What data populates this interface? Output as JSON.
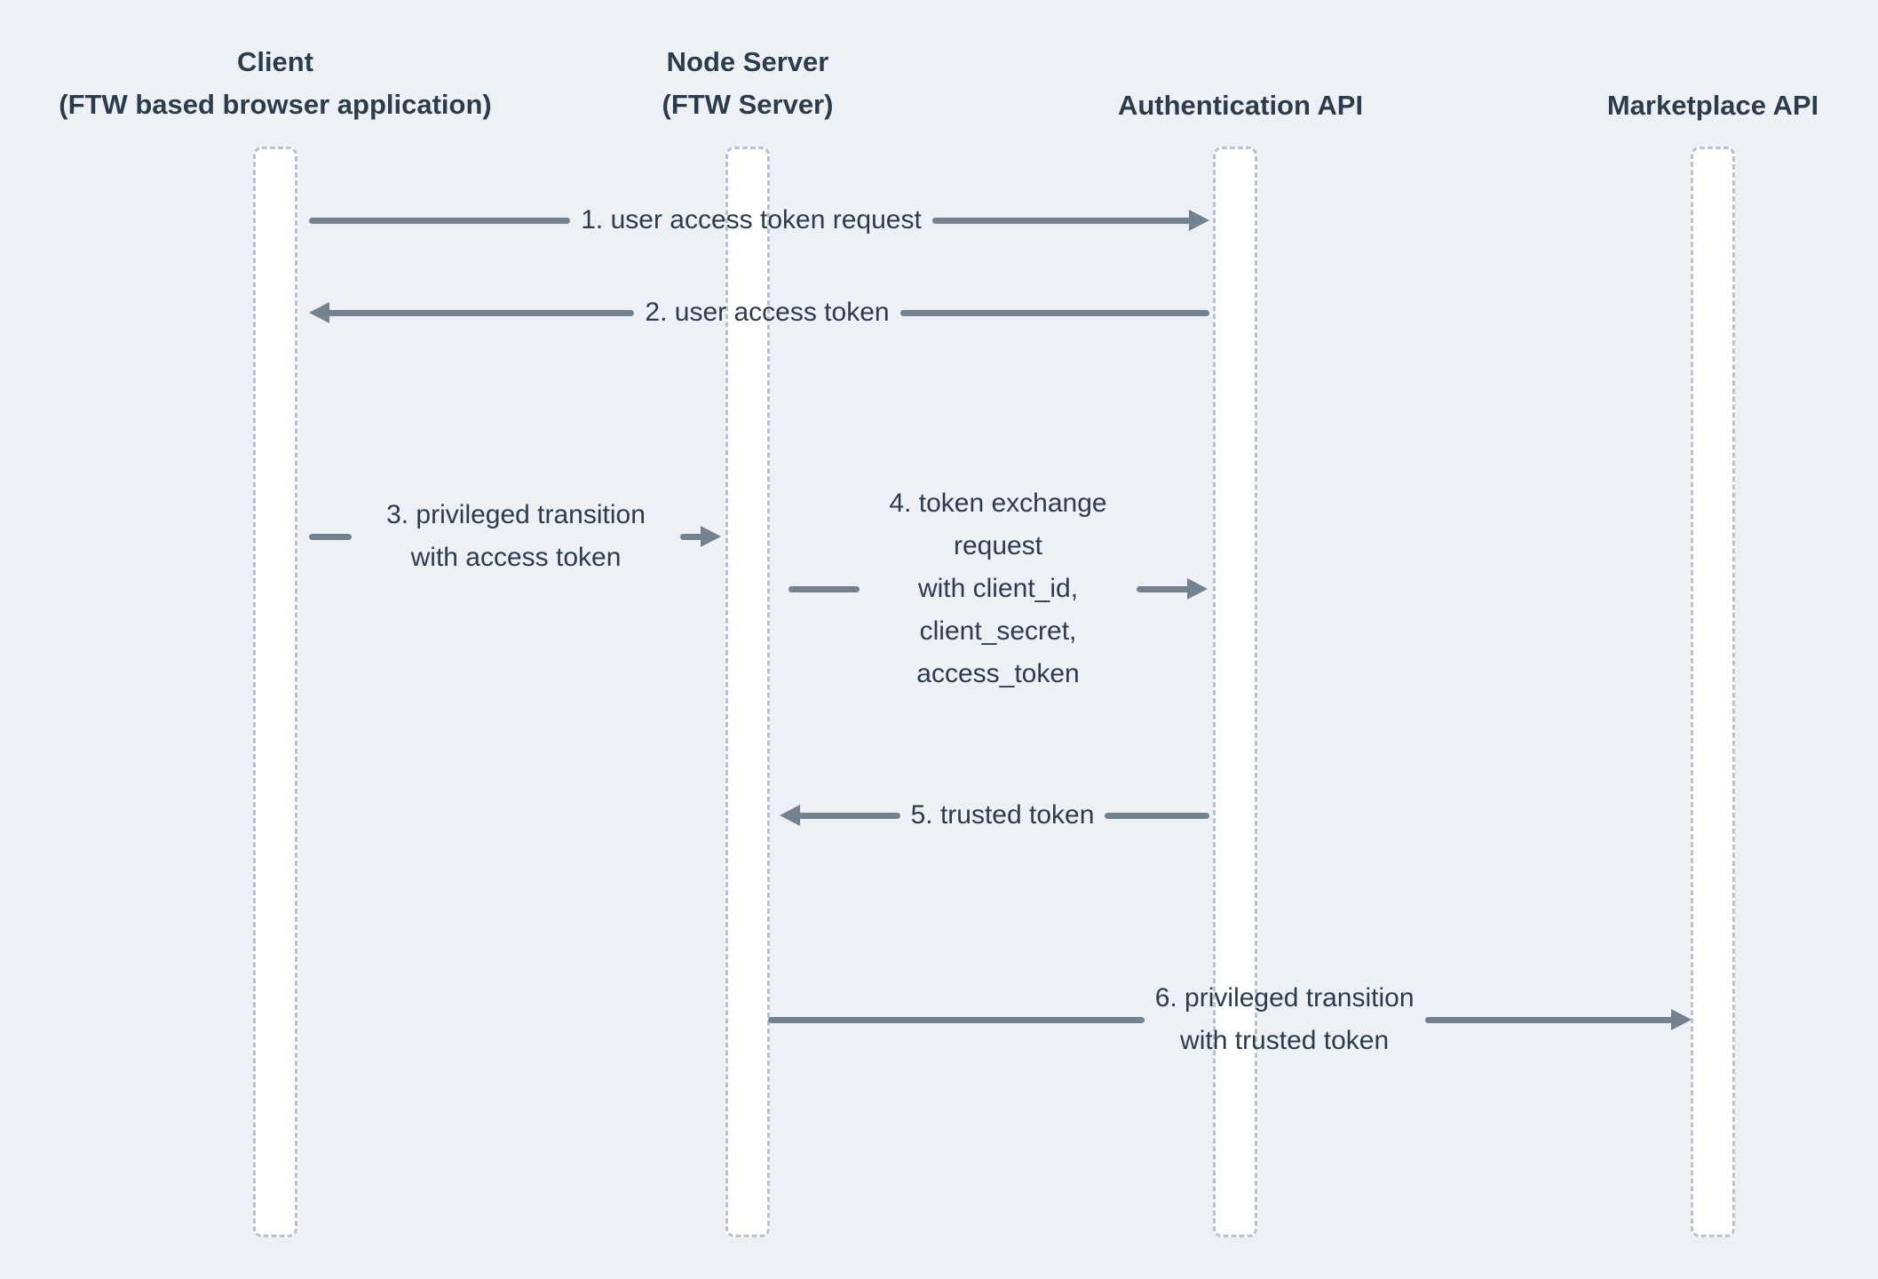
{
  "participants": [
    {
      "lines": [
        "Client",
        "(FTW based browser application)"
      ]
    },
    {
      "lines": [
        "Node Server",
        "(FTW Server)"
      ]
    },
    {
      "lines": [
        "Authentication API"
      ]
    },
    {
      "lines": [
        "Marketplace API"
      ]
    }
  ],
  "messages": [
    {
      "lines": [
        "1. user access token request"
      ],
      "from": "Client",
      "to": "Authentication API",
      "direction": "right"
    },
    {
      "lines": [
        "2. user access token"
      ],
      "from": "Authentication API",
      "to": "Client",
      "direction": "left"
    },
    {
      "lines": [
        "3. privileged transition",
        "with access token"
      ],
      "from": "Client",
      "to": "Node Server",
      "direction": "right"
    },
    {
      "lines": [
        "4. token exchange",
        "request",
        "with client_id,",
        "client_secret,",
        "access_token"
      ],
      "from": "Node Server",
      "to": "Authentication API",
      "direction": "right"
    },
    {
      "lines": [
        "5. trusted token"
      ],
      "from": "Authentication API",
      "to": "Node Server",
      "direction": "left"
    },
    {
      "lines": [
        "6. privileged transition",
        "with trusted token"
      ],
      "from": "Node Server",
      "to": "Marketplace API",
      "direction": "right"
    }
  ],
  "colors": {
    "background": "#edf1f5",
    "text": "#2d3c4d",
    "arrow": "#74818e",
    "lifeline_border": "#b9c3cd",
    "lifeline_fill": "#ffffff"
  }
}
